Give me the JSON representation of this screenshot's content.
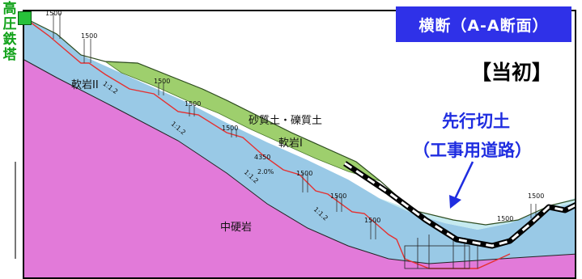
{
  "side_label": [
    "高",
    "圧",
    "鉄",
    "塔"
  ],
  "title": "横断（A-A断面）",
  "stage": "【当初】",
  "advance_cut": {
    "line1": "先行切土",
    "line2": "（工事用道路）"
  },
  "layers": {
    "soft_rock_2": "軟岩II",
    "sand_gravel": "砂質土・礫質土",
    "soft_rock_1": "軟岩I",
    "medium_hard_rock": "中硬岩"
  },
  "dimension_labels": {
    "berm_width": "1500",
    "slope_ratio": "1:1.2",
    "road_width": "4350",
    "road_grade": "2.0%"
  },
  "colors": {
    "medium_hard_rock": "#e27ad9",
    "soft_rock": "#99c9e6",
    "sand_gravel": "#9ecf6d",
    "cut_line": "#e53030",
    "title_bg": "#2f31e8",
    "callout_text": "#1f2de0",
    "tower_green": "#27c13a"
  }
}
